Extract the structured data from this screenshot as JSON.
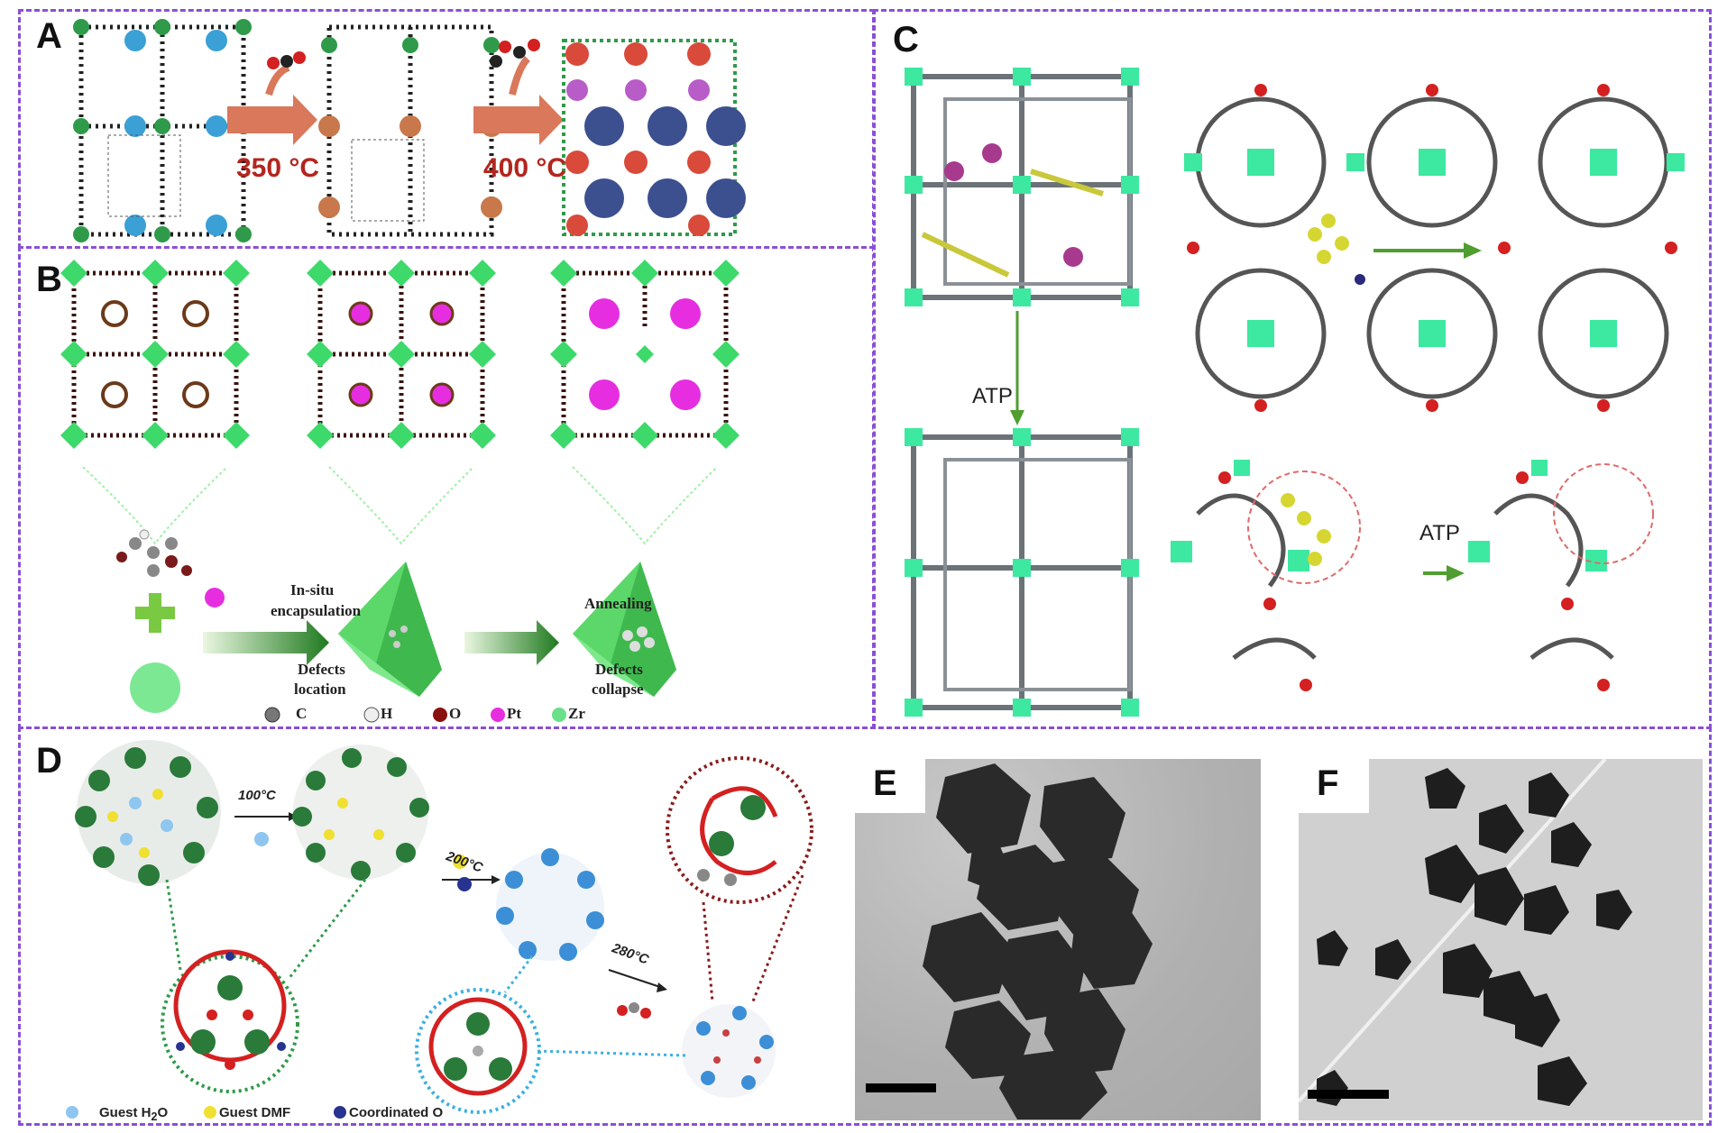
{
  "panels": {
    "A": {
      "label": "A",
      "temp1": "350 °C",
      "temp2": "400 °C"
    },
    "B": {
      "label": "B",
      "step1_top": "In-situ",
      "step1_top2": "encapsulation",
      "step1_bottom": "Defects",
      "step1_bottom2": "location",
      "step2_top": "Annealing",
      "step2_bottom": "Defects",
      "step2_bottom2": "collapse",
      "legend": [
        "C",
        "H",
        "O",
        "Pt",
        "Zr"
      ]
    },
    "C": {
      "label": "C",
      "atp1": "ATP",
      "atp2": "ATP"
    },
    "D": {
      "label": "D",
      "temp1": "100°C",
      "temp2": "200°C",
      "temp3": "280°C",
      "legend": [
        "Guest H",
        "Guest DMF",
        "Coordinated O"
      ],
      "legend_sub": "2",
      "legend_tail": "O"
    },
    "E": {
      "label": "E"
    },
    "F": {
      "label": "F"
    }
  },
  "colors": {
    "border": "#8a4fd6",
    "zr_green": "#3dd96b",
    "pt_magenta": "#e62ee0",
    "oxygen_red": "#d42020",
    "carbon_grey": "#6d6d6d",
    "temp_red": "#b3261e",
    "arrow_orange": "#d9785a",
    "arrow_green": "#4f9e2f",
    "cube_green": "#3de8a0",
    "cluster_dark_green": "#2a7a3a",
    "cluster_blue": "#3c8fd6",
    "legend_light_blue": "#8ec6f0",
    "legend_yellow": "#f0e030",
    "legend_navy": "#27338f"
  }
}
